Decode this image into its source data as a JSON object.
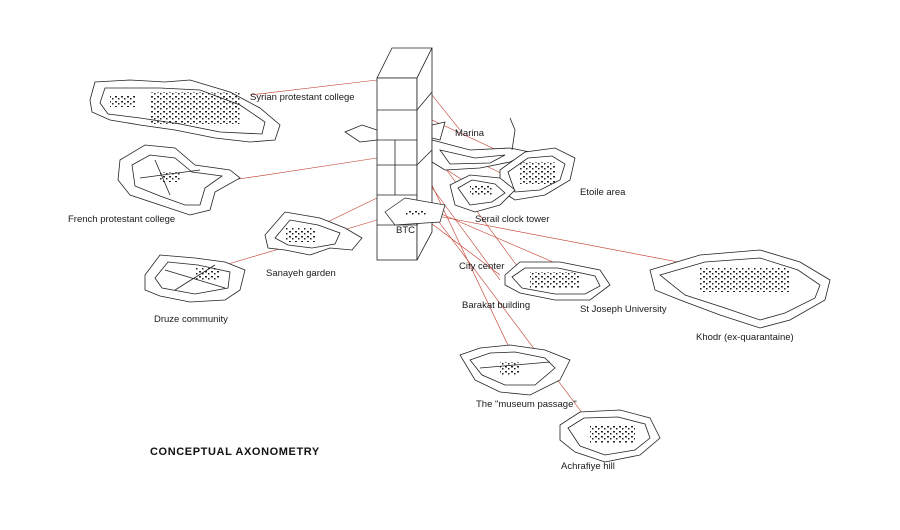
{
  "title": "CONCEPTUAL  AXONOMETRY",
  "labels": {
    "syrian": "Syrian protestant college",
    "french": "French protestant college",
    "sanayeh": "Sanayeh garden",
    "druze": "Druze community",
    "marina": "Marina",
    "etoile": "Etoile area",
    "serail": "Serail clock tower",
    "btc": "BTC",
    "city_center": "City center",
    "barakat": "Barakat building",
    "stjoseph": "St Joseph University",
    "khodr": "Khodr (ex-quarantaine)",
    "museum": "The \"museum passage\"",
    "achrafiye": "Achrafiye hill"
  },
  "colors": {
    "link_line": "#c0392b",
    "outline": "#222222",
    "text": "#1a1a1a"
  }
}
